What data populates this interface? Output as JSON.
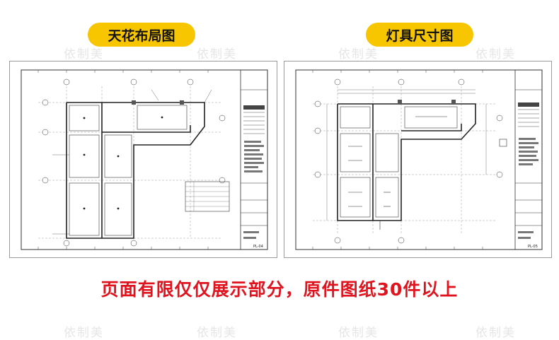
{
  "pills": {
    "left": "天花布局图",
    "right": "灯具尺寸图"
  },
  "watermark": "依制美",
  "caption": "页面有限仅仅展示部分，原件图纸30件以上",
  "left_sheet": {
    "code": "PL-04"
  },
  "right_sheet": {
    "code": "PL-05"
  },
  "accent_color": "#f7c600",
  "caption_color": "#e0141e"
}
